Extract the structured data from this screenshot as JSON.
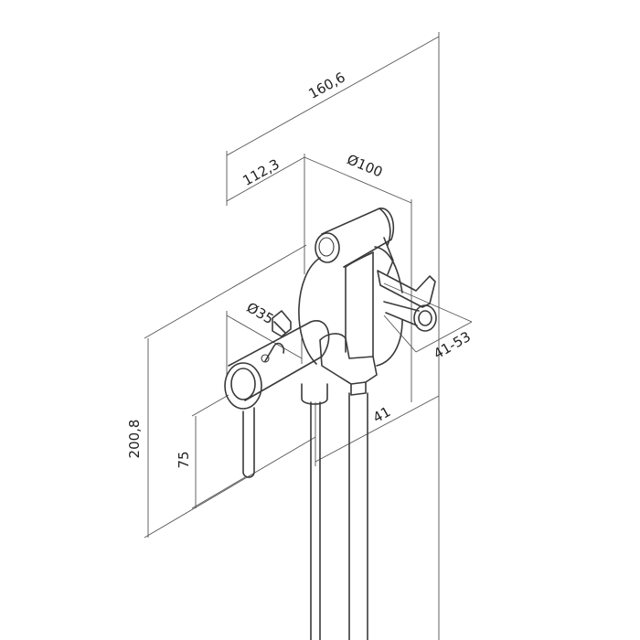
{
  "dimensions": {
    "overall_width": "160,6",
    "depth": "112,3",
    "flange_diameter": "Ø100",
    "handle_diameter": "Ø35",
    "total_height": "200,8",
    "handle_height": "75",
    "outlet_offset": "41",
    "wall_depth_range": "41-53"
  },
  "colors": {
    "line": "#3a3a3a",
    "dimension": "#555555",
    "background": "#ffffff"
  }
}
